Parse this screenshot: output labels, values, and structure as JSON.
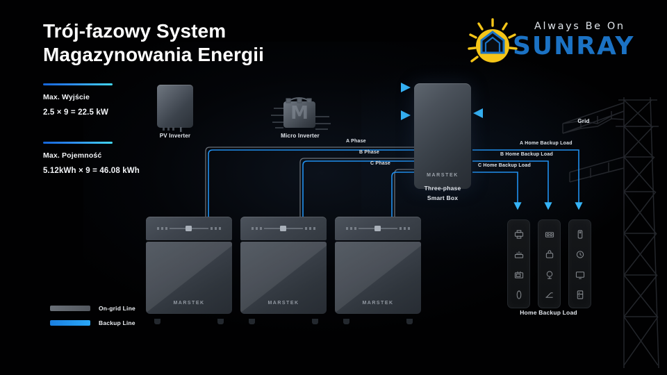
{
  "title": "Trój-fazowy System\nMagazynowania Energii",
  "specs": [
    {
      "label": "Max. Wyjście",
      "value": "2.5  × 9 = 22.5 kW"
    },
    {
      "label": "Max. Pojemność",
      "value": "5.12kWh × 9 = 46.08 kWh"
    }
  ],
  "logo": {
    "tagline": "Always Be On",
    "wordmark": "SUNRAY",
    "sun_color": "#f5c518",
    "house_color": "#1b72c4",
    "text_color": "#1b72c4"
  },
  "devices": {
    "pv_inverter": "PV Inverter",
    "micro_inverter": "Micro Inverter",
    "micro_inverter_mark": "M",
    "smart_box_line1": "Three-phase",
    "smart_box_line2": "Smart Box",
    "smart_box_brand": "MARSTEK",
    "grid": "Grid"
  },
  "batteries": [
    {
      "brand": "MARSTEK"
    },
    {
      "brand": "MARSTEK"
    },
    {
      "brand": "MARSTEK"
    }
  ],
  "phase_labels": [
    "A Phase",
    "B Phase",
    "C Phase"
  ],
  "backup_load_labels": [
    "A Home Backup Load",
    "B Home Backup Load",
    "C Home Backup Load"
  ],
  "loads": {
    "caption": "Home Backup Load",
    "columns": [
      {
        "icons": [
          "printer-icon",
          "router-icon",
          "microwave-icon",
          "lamp-icon"
        ]
      },
      {
        "icons": [
          "washer-icon",
          "kettle-icon",
          "fan-icon",
          "treadmill-icon"
        ]
      },
      {
        "icons": [
          "phone-icon",
          "clock-icon",
          "tv-icon",
          "fridge-icon"
        ]
      }
    ]
  },
  "legend": [
    {
      "label": "On-grid Line",
      "color": "#5c6168"
    },
    {
      "label": "Backup Line",
      "color": "#2090ef"
    }
  ],
  "colors": {
    "backup_line": "#2090ef",
    "ongrid_line": "#6a7078",
    "background": "#000000",
    "accent": "#2f8ff0"
  }
}
